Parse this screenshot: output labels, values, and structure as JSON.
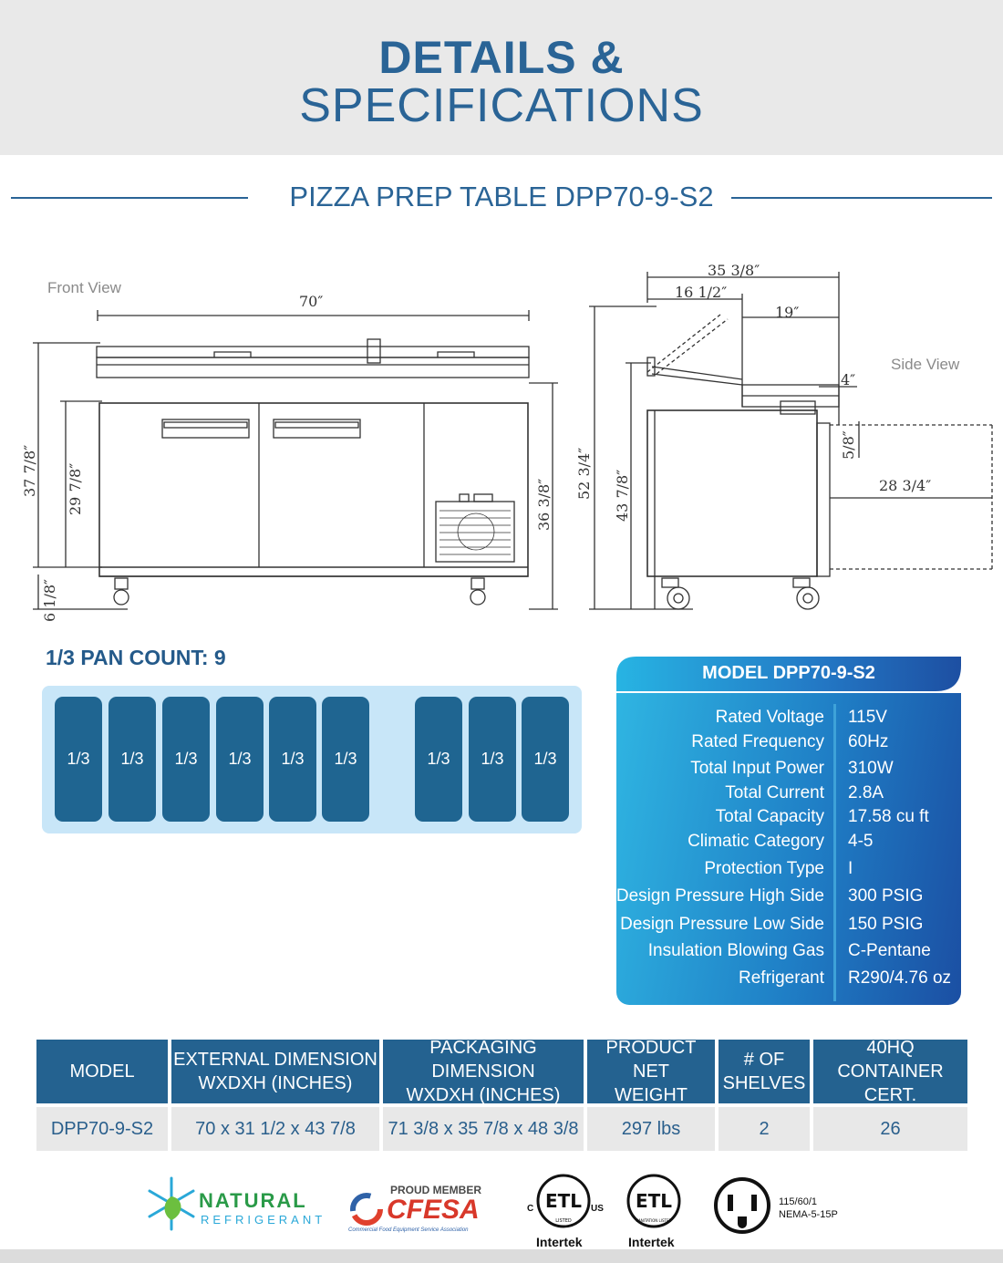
{
  "header": {
    "line1": "DETAILS &",
    "line2": "SPECIFICATIONS"
  },
  "subtitle": "PIZZA PREP TABLE DPP70-9-S2",
  "drawings": {
    "front_view_label": "Front View",
    "side_view_label": "Side View",
    "front_dims": {
      "width": "70″",
      "height_total": "37 7/8″",
      "height_door": "29 7/8″",
      "height_body": "36 3/8″",
      "caster": "6 1/8″"
    },
    "side_dims": {
      "depth_total": "35 3/8″",
      "lid_depth": "16 1/2″",
      "rail_depth": "19″",
      "cutting_board": "4″",
      "height_total": "52 3/4″",
      "height_work": "43 7/8″",
      "door_depth": "28 3/4″",
      "door_gap": "5/8″"
    }
  },
  "pan_section": {
    "title": "1/3 PAN COUNT: 9",
    "pans": [
      "1/3",
      "1/3",
      "1/3",
      "1/3",
      "1/3",
      "1/3",
      "1/3",
      "1/3",
      "1/3"
    ]
  },
  "spec_card": {
    "title": "MODEL DPP70-9-S2",
    "rows": [
      {
        "label": "Rated  Voltage",
        "value": "115V"
      },
      {
        "label": "Rated  Frequency",
        "value": "60Hz"
      },
      {
        "label": "Total Input Power",
        "value": "310W"
      },
      {
        "label": "Total Current",
        "value": "2.8A"
      },
      {
        "label": "Total Capacity",
        "value": "17.58 cu ft"
      },
      {
        "label": "Climatic Category",
        "value": "4-5"
      },
      {
        "label": "Protection Type",
        "value": "I"
      },
      {
        "label": "Design Pressure High Side",
        "value": "300 PSIG"
      },
      {
        "label": "Design Pressure Low Side",
        "value": "150 PSIG"
      },
      {
        "label": "Insulation Blowing Gas",
        "value": "C-Pentane"
      },
      {
        "label": "Refrigerant",
        "value": "R290/4.76 oz"
      }
    ]
  },
  "table": {
    "headers": [
      [
        "MODEL"
      ],
      [
        "EXTERNAL DIMENSION",
        "WXDXH (INCHES)"
      ],
      [
        "PACKAGING DIMENSION",
        "WXDXH (INCHES)"
      ],
      [
        "PRODUCT NET",
        "WEIGHT"
      ],
      [
        "# OF",
        "SHELVES"
      ],
      [
        "40HQ",
        "CONTAINER CERT."
      ]
    ],
    "row": [
      "DPP70-9-S2",
      "70 x 31 1/2 x 43 7/8",
      "71 3/8 x 35 7/8 x 48 3/8",
      "297 lbs",
      "2",
      "26"
    ]
  },
  "logos": {
    "natural_line1": "NATURAL",
    "natural_line2": "REFRIGERANT",
    "cfesa_top": "PROUD MEMBER",
    "cfesa_name": "CFESA",
    "cfesa_sub": "Commercial Food Equipment Service Association",
    "etl1_c": "C",
    "etl1_us": "US",
    "etl1_listed": "LISTED",
    "etl1_brand": "Intertek",
    "etl2_sub": "SANITATION LISTED",
    "etl2_brand": "Intertek",
    "etl_mark": "ETL",
    "plug_line1": "115/60/1",
    "plug_line2": "NEMA-5-15P"
  },
  "colors": {
    "brand_blue": "#2a6496",
    "pan_blue": "#1f6591",
    "pan_bg": "#c8e6f8",
    "table_header": "#246290",
    "card_start": "#2fb5e2",
    "card_end": "#1b4fa3"
  }
}
